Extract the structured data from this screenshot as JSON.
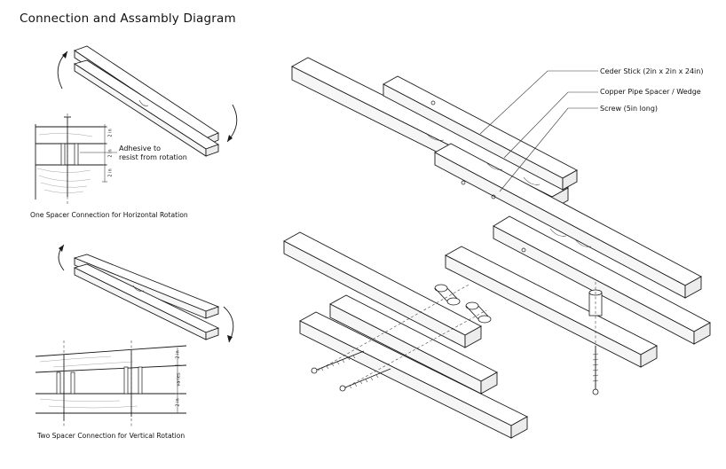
{
  "title": "Connection and Assambly Diagram",
  "labels": {
    "ceder_stick": "Ceder Stick (2in x 2in x 24in)",
    "copper_spacer": "Copper Pipe Spacer / Wedge",
    "screw": "Screw (5in long)",
    "adhesive": "Adhesive to\nresist from rotation"
  },
  "captions": {
    "one_spacer": "One Spacer Connection for Horizontal Rotation",
    "two_spacer": "Two Spacer Connection for Vertical Rotation"
  },
  "dimension_labels": {
    "top_section": [
      "2 in",
      "2 in",
      "2 in"
    ],
    "bottom_section": [
      "2 in",
      "varies",
      "2 in"
    ]
  }
}
